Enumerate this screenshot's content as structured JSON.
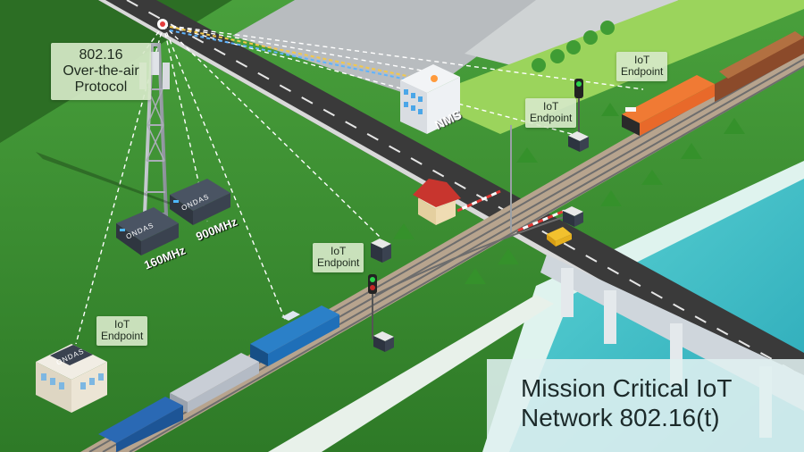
{
  "protocol_label": {
    "line1": "802.16",
    "line2": "Over-the-air",
    "line3": "Protocol"
  },
  "base_stations": [
    {
      "band": "160MHz",
      "brand": "ONDAS"
    },
    {
      "band": "900MHz",
      "brand": "ONDAS"
    }
  ],
  "building_brand": "ONDAS",
  "nms_label": "NMS",
  "endpoint_labels": [
    {
      "line1": "IoT",
      "line2": "Endpoint"
    },
    {
      "line1": "IoT",
      "line2": "Endpoint"
    },
    {
      "line1": "IoT",
      "line2": "Endpoint"
    },
    {
      "line1": "IoT",
      "line2": "Endpoint"
    }
  ],
  "title": {
    "line1": "Mission Critical IoT",
    "line2": "Network 802.16(t)"
  },
  "colors": {
    "grass": "#3f8f35",
    "road": "#3a3a3a",
    "water": "#3fc3c8",
    "label_bg": "#d6e8c8",
    "train_blue": "#1f6fb8",
    "train_orange": "#e8692a"
  }
}
